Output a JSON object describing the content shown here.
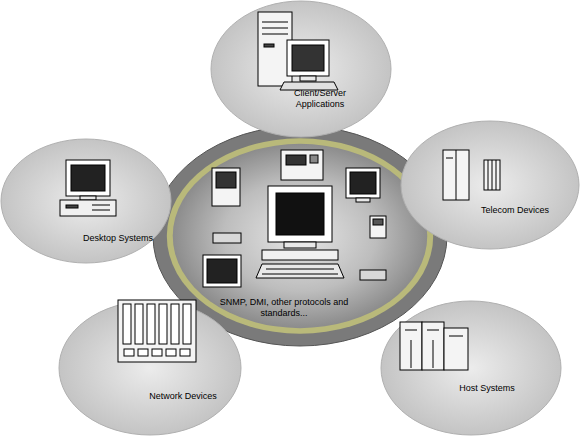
{
  "diagram": {
    "nodes": [
      {
        "text": [
          "SNMP, DMI, other protocols and standards..."
        ]
      },
      {
        "text": [
          "Client/Server Applications"
        ]
      },
      {
        "text": [
          "Desktop Systems"
        ]
      },
      {
        "text": [
          "Telecom Devices"
        ]
      },
      {
        "text": [
          "Network Devices"
        ]
      },
      {
        "text": [
          "Host Systems"
        ]
      }
    ]
  }
}
